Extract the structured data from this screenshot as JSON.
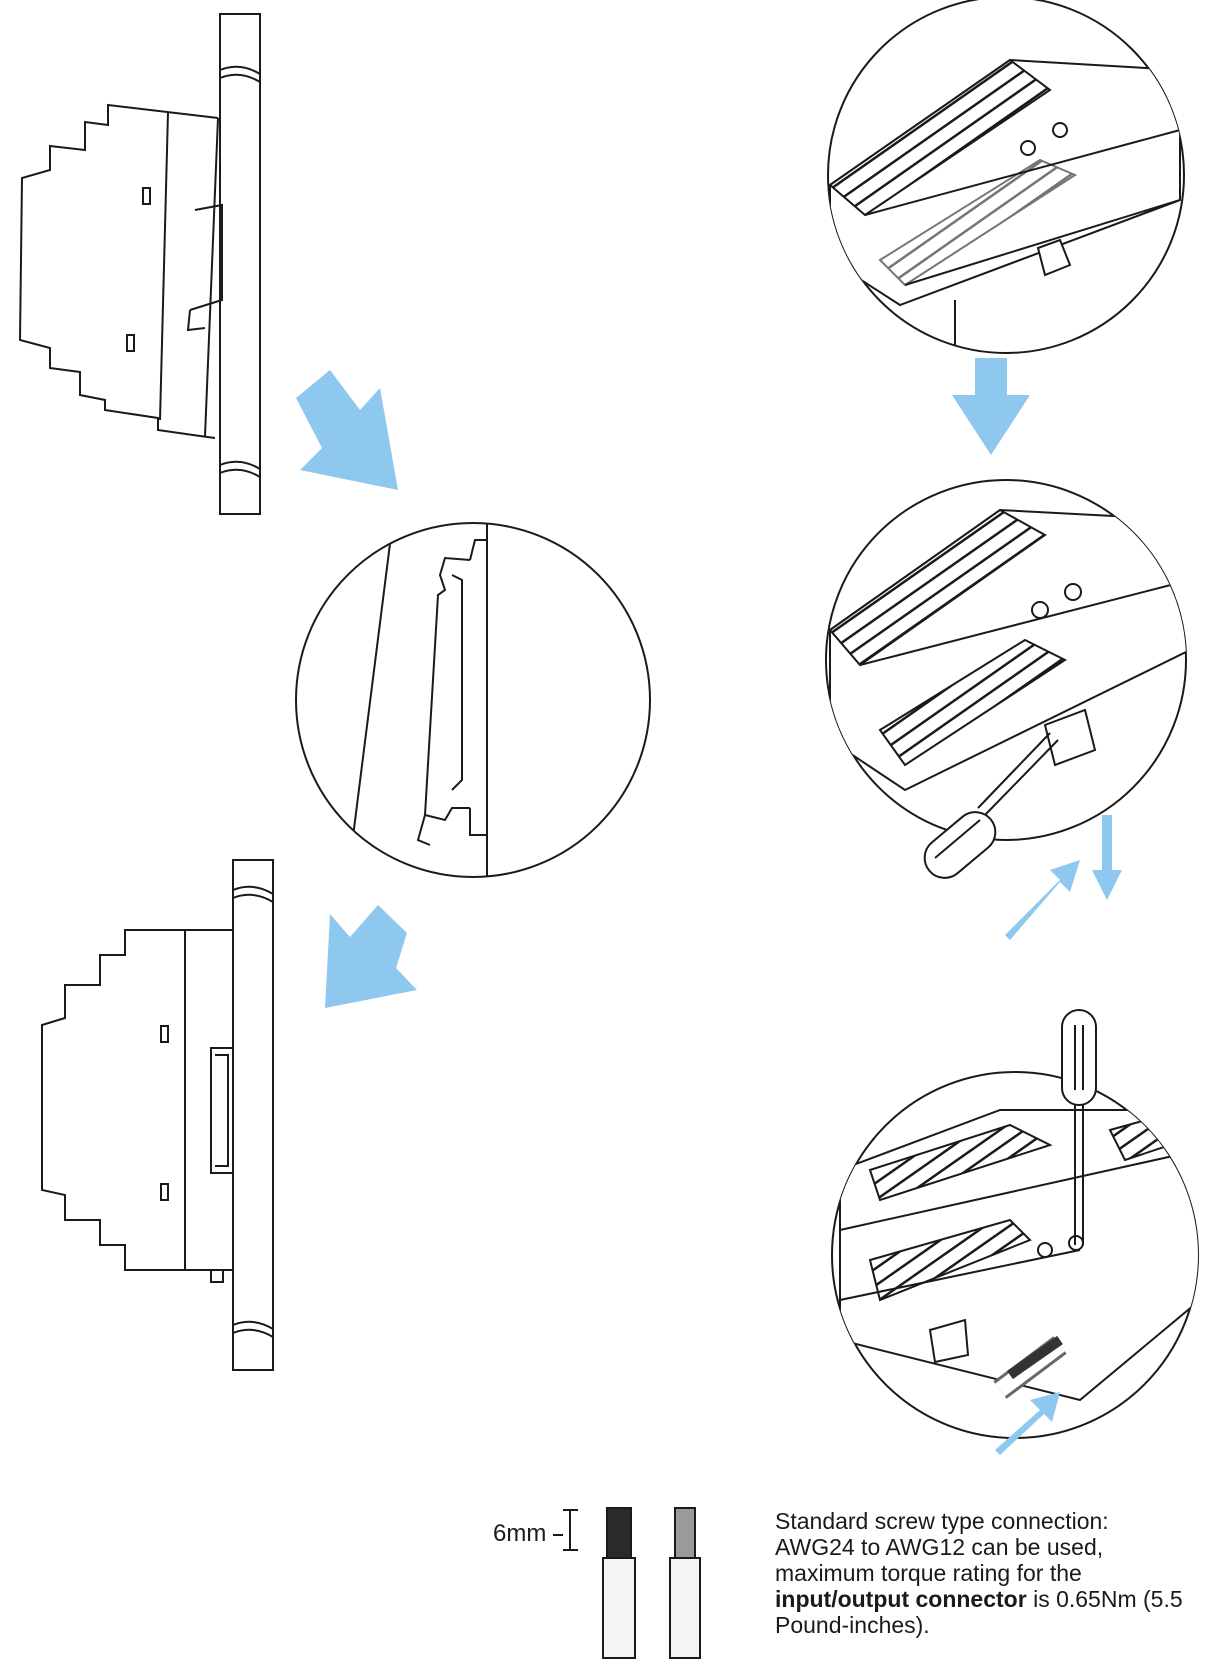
{
  "strip_length_label": "6mm",
  "connection_note": {
    "line1": "Standard screw type connection:",
    "line2": "AWG24 to AWG12 can be used,",
    "line3": "maximum torque rating for the",
    "line4_bold": "input/output connector",
    "line4_rest": " is 0.65Nm (5.5",
    "line5": "Pound-inches)."
  },
  "colors": {
    "line": "#1a1a1a",
    "arrow": "#8fc8ee",
    "wire_dark": "#2b2b2b",
    "wire_grey": "#9a9a9a"
  },
  "icons": [
    "arrow-diagonal-down-right",
    "arrow-diagonal-down-left",
    "arrow-down",
    "arrow-up-right",
    "screwdriver-icon"
  ]
}
